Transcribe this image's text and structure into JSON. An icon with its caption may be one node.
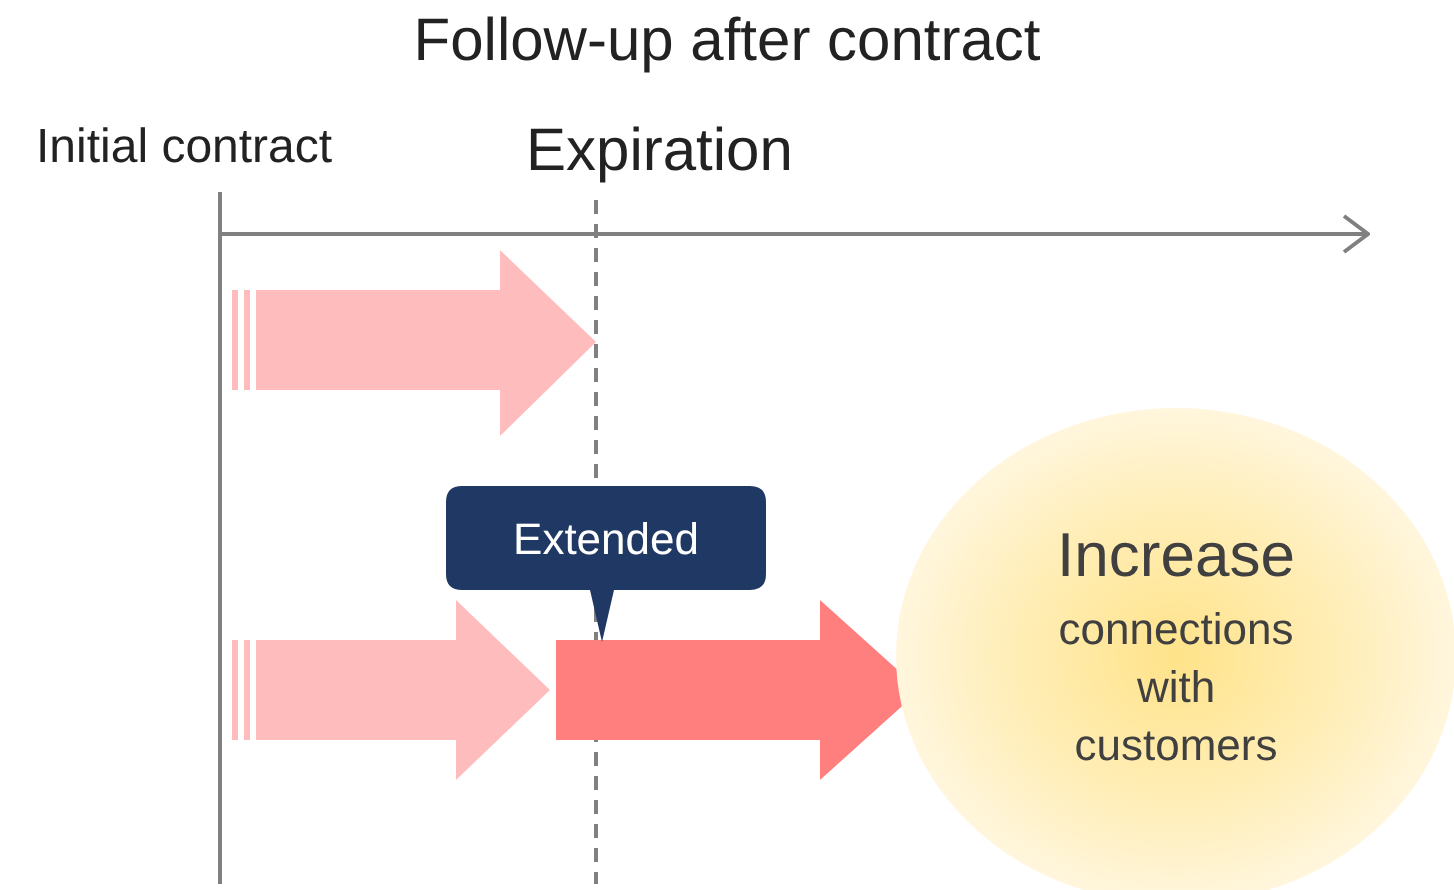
{
  "diagram": {
    "title": "Follow-up after contract",
    "nodes": [
      {
        "text": [
          "Extended"
        ]
      },
      {
        "text": [
          "Increase",
          "connections with customers"
        ]
      }
    ],
    "edges": [
      {
        "from": null,
        "to": 1,
        "arrow": "to",
        "style": "thick"
      }
    ],
    "labels": [
      "Initial contract",
      "Expiration"
    ]
  }
}
